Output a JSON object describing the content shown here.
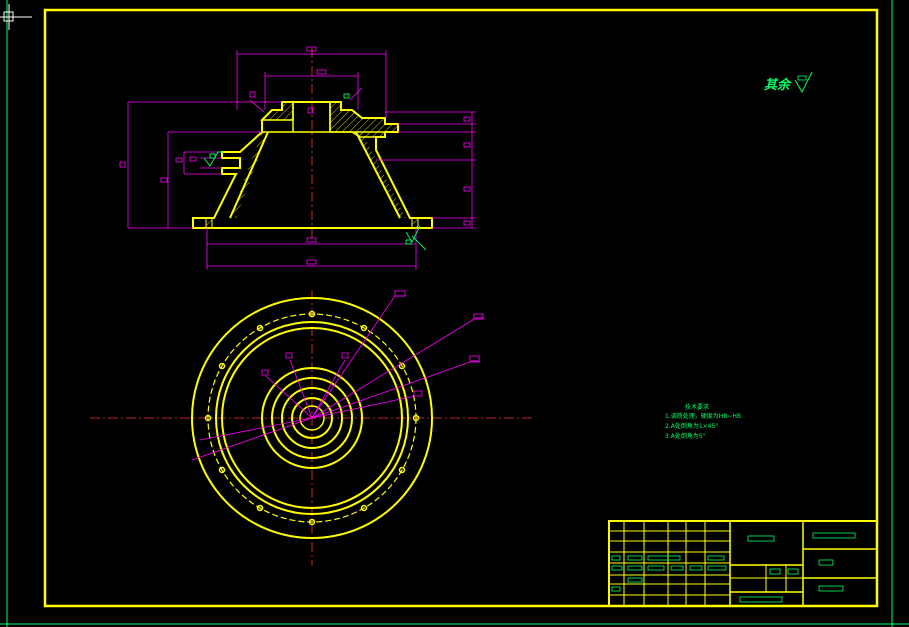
{
  "drawing": {
    "roughness_note": "其余",
    "tech_requirements": {
      "title": "技术要求",
      "lines": [
        "1.调质处理，硬度为HB~HB",
        "2.A处倒角为1×45°",
        "3.A处倒角为5°"
      ]
    }
  },
  "colors": {
    "background": "#000000",
    "outline": "#ffff00",
    "dimension": "#ff00ff",
    "centerline": "#ff3333",
    "annotation": "#00ff66",
    "hatch": "#ffff00"
  }
}
